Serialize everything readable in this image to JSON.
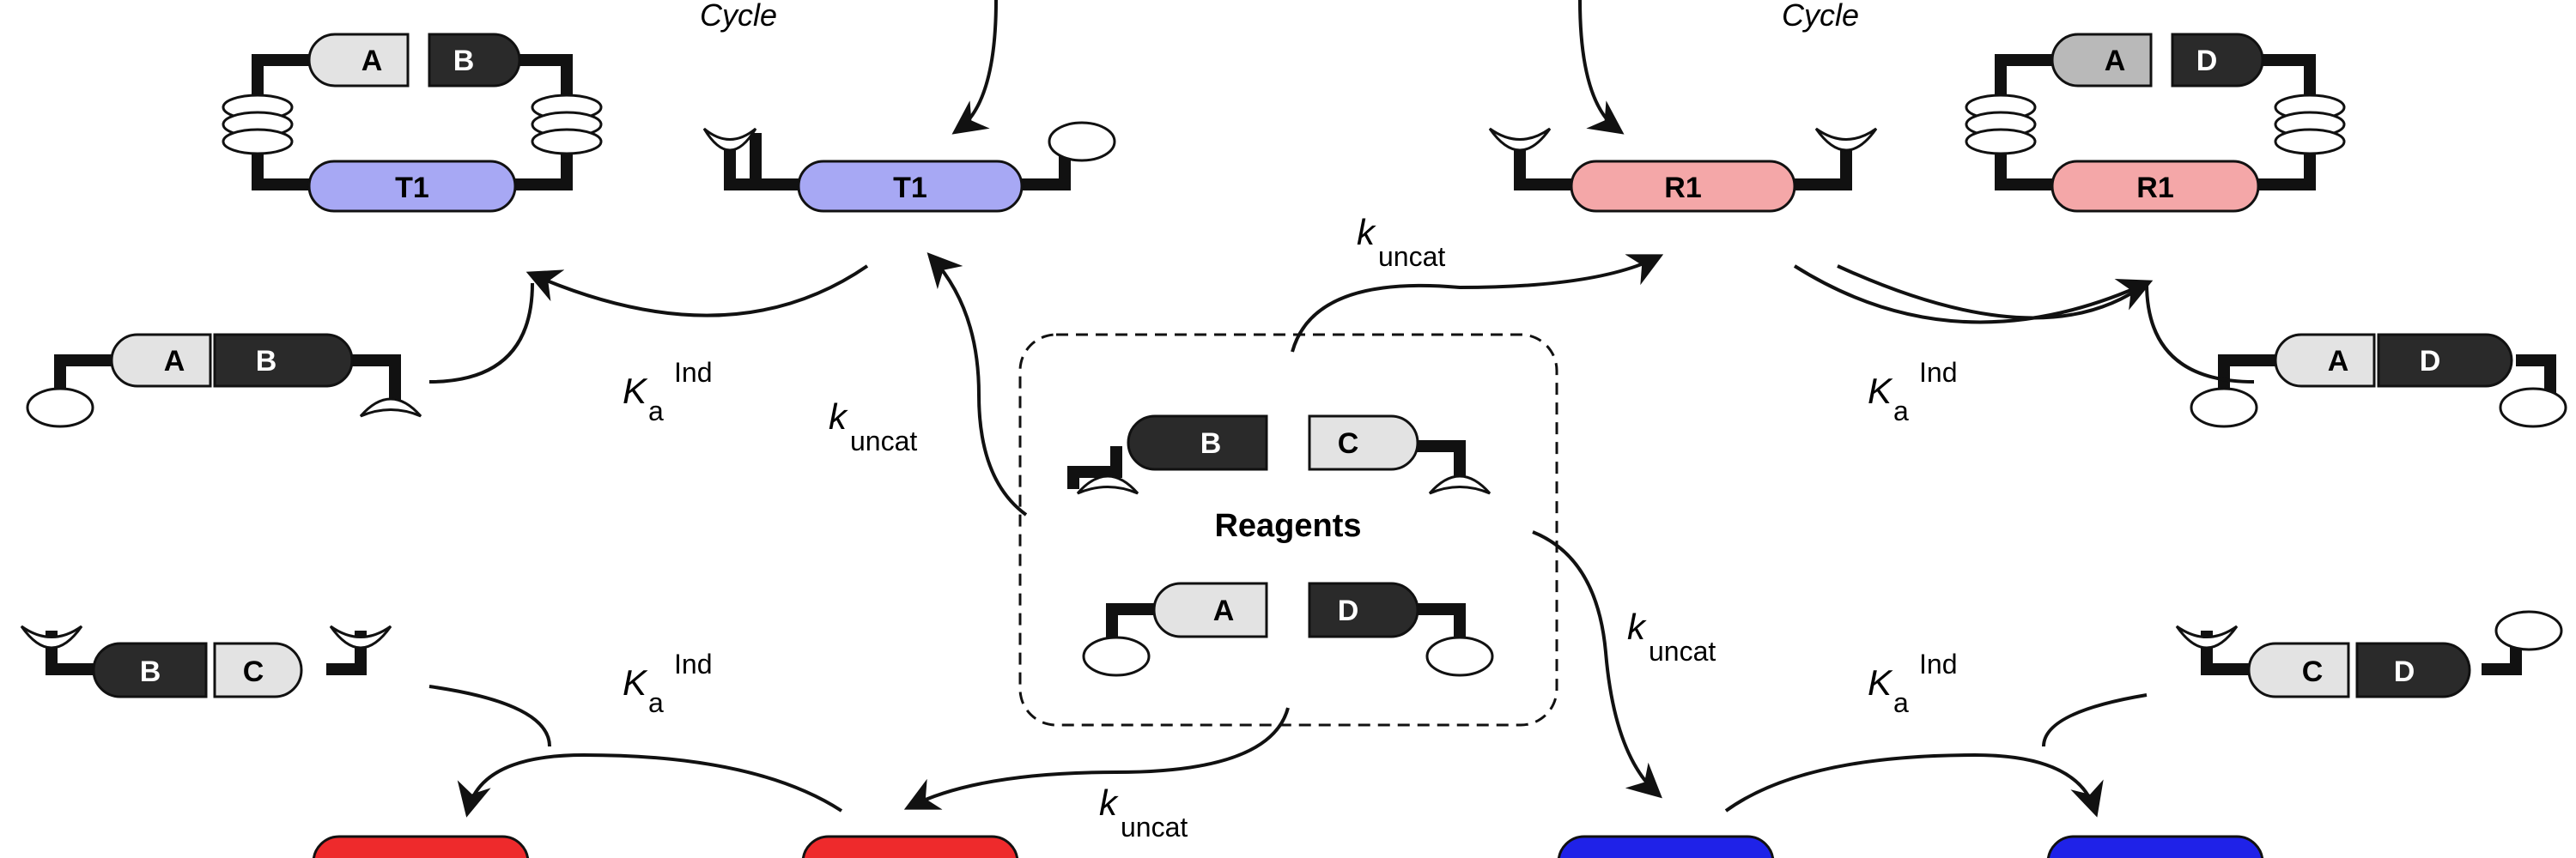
{
  "cycle_labels": [
    "Cycle",
    "Cycle"
  ],
  "reagents_title": "Reagents",
  "templates": {
    "T1": {
      "label": "T1",
      "color": "#a7a8f4"
    },
    "R1": {
      "label": "R1",
      "color": "#f4a7a8"
    },
    "red_block": {
      "color": "#ee2a2c"
    },
    "blue_block": {
      "color": "#1f22e8"
    }
  },
  "blocks": {
    "A": "A",
    "B": "B",
    "C": "C",
    "D": "D"
  },
  "colors": {
    "light_block": "#e3e3e3",
    "dark_block": "#2a2a2a",
    "mid_block": "#b9b9b9",
    "line": "#111111"
  },
  "rate_labels": {
    "k_main": "k",
    "k_sub": "uncat",
    "K_main": "K",
    "K_sub": "a",
    "K_sup": "Ind"
  }
}
